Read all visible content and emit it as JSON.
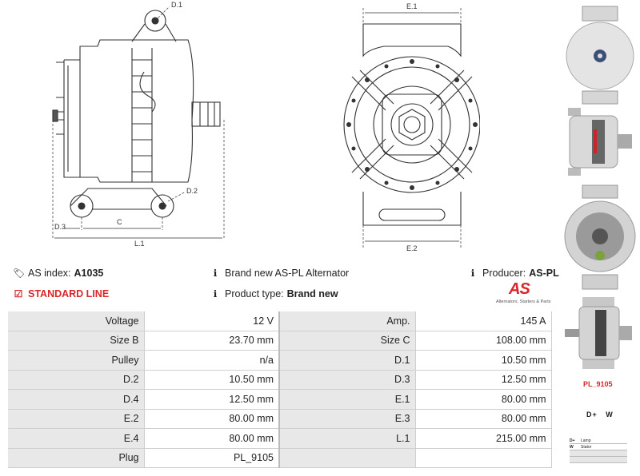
{
  "drawing": {
    "labels": {
      "d1": "D.1",
      "d2": "D.2",
      "d3": "D.3",
      "c": "C",
      "l1": "L.1",
      "e1": "E.1",
      "e2": "E.2"
    }
  },
  "info": {
    "as_index_label": "AS index:",
    "as_index_value": "A1035",
    "standard_line": "STANDARD LINE",
    "brand_new_label": "Brand new AS-PL Alternator",
    "product_type_label": "Product type:",
    "product_type_value": "Brand new",
    "producer_label": "Producer:",
    "producer_value": "AS-PL"
  },
  "logo": {
    "mark": "AS",
    "tagline": "Alternators, Starters & Parts"
  },
  "specs": [
    {
      "l1": "Voltage",
      "v1": "12 V",
      "l2": "Amp.",
      "v2": "145 A"
    },
    {
      "l1": "Size B",
      "v1": "23.70 mm",
      "l2": "Size C",
      "v2": "108.00 mm"
    },
    {
      "l1": "Pulley",
      "v1": "n/a",
      "l2": "D.1",
      "v2": "10.50 mm"
    },
    {
      "l1": "D.2",
      "v1": "10.50 mm",
      "l2": "D.3",
      "v2": "12.50 mm"
    },
    {
      "l1": "D.4",
      "v1": "12.50 mm",
      "l2": "E.1",
      "v2": "80.00 mm"
    },
    {
      "l1": "E.2",
      "v1": "80.00 mm",
      "l2": "E.3",
      "v2": "80.00 mm"
    },
    {
      "l1": "E.4",
      "v1": "80.00 mm",
      "l2": "L.1",
      "v2": "215.00 mm"
    },
    {
      "l1": "Plug",
      "v1": "PL_9105",
      "l2": "",
      "v2": ""
    }
  ],
  "side": {
    "plug_code": "PL_9105",
    "terminals": "D+   W",
    "legend": [
      {
        "code": "D+",
        "desc": "Lamp"
      },
      {
        "code": "W",
        "desc": "Stator"
      }
    ]
  },
  "colors": {
    "accent": "#d8262b",
    "label_cell": "#e8e8e8",
    "grid": "#cfcfcf"
  }
}
